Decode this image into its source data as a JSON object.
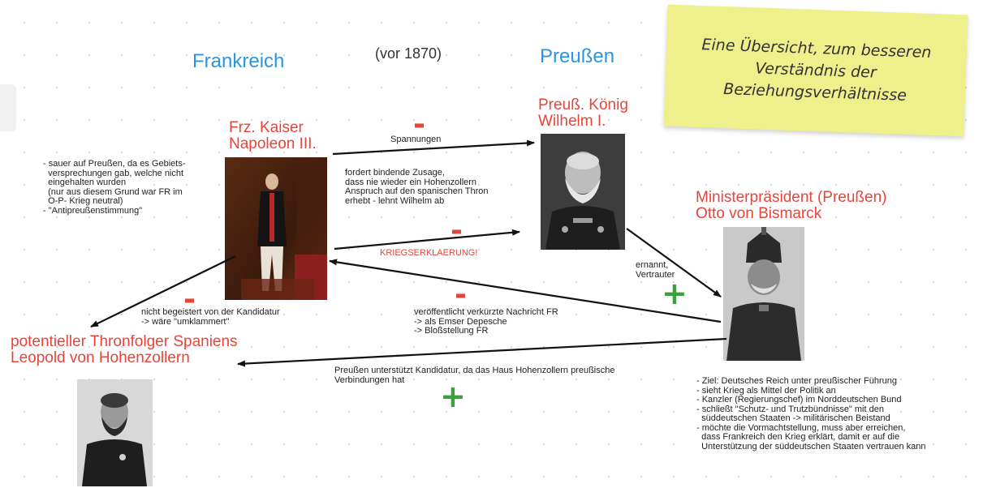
{
  "headings": {
    "frankreich": "Frankreich",
    "vor1870": "(vor 1870)",
    "preussen": "Preußen"
  },
  "sticky_note": "Eine Übersicht, zum besseren Verständnis der Beziehungsverhältnisse",
  "persons": {
    "napoleon": "Frz. Kaiser\nNapoleon III.",
    "wilhelm": "Preuß. König\nWilhelm I.",
    "bismarck": "Ministerpräsident (Preußen)\nOtto von Bismarck",
    "leopold": "potentieller Thronfolger Spaniens\nLeopold von Hohenzollern"
  },
  "notes": {
    "france_left": "- sauer auf Preußen, da es Gebiets-\n  versprechungen gab, welche nicht\n  eingehalten wurden\n  (nur aus diesem Grund war FR im\n  O-P- Krieg neutral)\n- \"Antipreußenstimmung\"",
    "spannungen": "Spannungen",
    "zusage": "fordert bindende Zusage,\ndass nie wieder ein Hohenzollern\nAnspruch auf den spanischen Thron\nerhebt - lehnt Wilhelm ab",
    "kriegserklaerung": "KRIEGSERKLAERUNG!",
    "ernannt": "ernannt,\nVertrauter",
    "kandidatur": "nicht begeistert von der Kandidatur\n-> wäre \"umklammert\"",
    "emser": "veröffentlicht verkürzte Nachricht FR\n-> als Emser Depesche\n-> Bloßstellung FR",
    "unterstuetzt": "Preußen unterstützt Kandidatur, da das Haus Hohenzollern preußische\nVerbindungen hat",
    "bismarck_goals": "- Ziel: Deutsches Reich unter preußischer Führung\n- sieht Krieg als Mittel der Politik an\n- Kanzler (Regierungschef) im Norddeutschen Bund\n- schließt \"Schutz- und Trutzbündnisse\" mit den\n  süddeutschen Staaten -> militärischen Beistand\n- möchte die Vormachtstellung, muss aber erreichen,\n  dass Frankreich den Krieg erklärt, damit er auf die\n  Unterstützung der süddeutschen Staaten vertrauen kann"
  },
  "signs": {
    "minus": "-",
    "plus": "+"
  },
  "colors": {
    "heading": "#2a95e0",
    "person_title": "#e8443a",
    "minus": "#e8443a",
    "plus": "#3ca03c",
    "sticky": "#eef08c",
    "arrow": "#111111"
  }
}
